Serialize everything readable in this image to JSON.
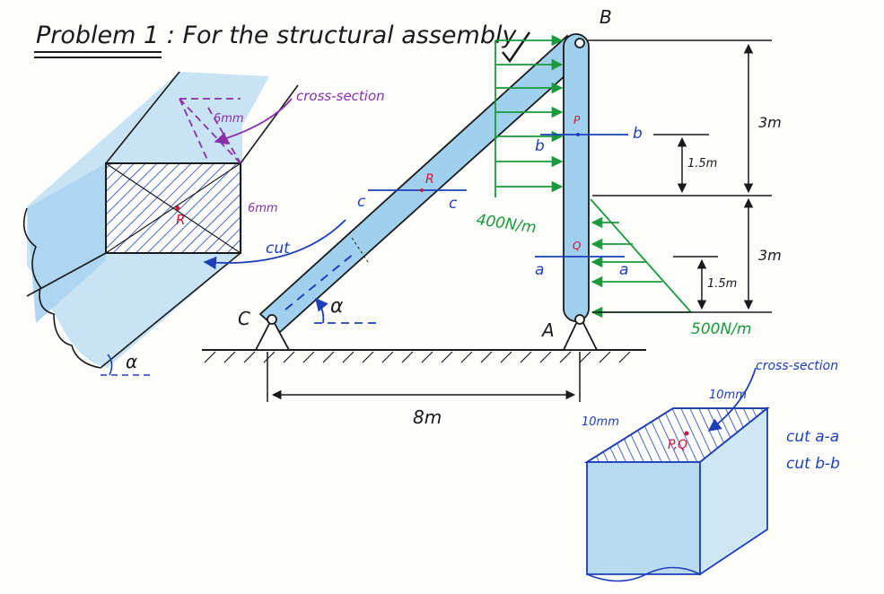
{
  "title": "Problem 1 :  For the structural assembly",
  "labels": {
    "B": "B",
    "A": "A",
    "C": "C",
    "P": "P",
    "Q": "Q",
    "R": "R",
    "cut_a_left": "a",
    "cut_a_right": "a",
    "cut_b_left": "b",
    "cut_b_right": "b",
    "cut_c_left": "c",
    "cut_c_right": "c",
    "alpha_bar": "α",
    "alpha_detail": "α",
    "cut_arrow": "cut",
    "PQ": "P,Q"
  },
  "dimensions": {
    "top_height": "3m",
    "bottom_height": "3m",
    "b_offset": "1.5m",
    "a_offset": "1.5m",
    "span": "8m"
  },
  "loads": {
    "uniform": "400N/m",
    "triangular": "500N/m"
  },
  "cross_section_left": {
    "label": "cross-section",
    "width": "6mm",
    "height": "6mm"
  },
  "cross_section_right": {
    "label": "cross-section",
    "width": "10mm",
    "depth": "10mm",
    "cut_aa": "cut a-a",
    "cut_bb": "cut b-b"
  },
  "colors": {
    "member_fill": "#9fd0ee",
    "load_green": "#1a9a3a",
    "cut_blue": "#1d3fb8",
    "section_purple": "#8a2fa8",
    "point_red": "#d4143a"
  }
}
